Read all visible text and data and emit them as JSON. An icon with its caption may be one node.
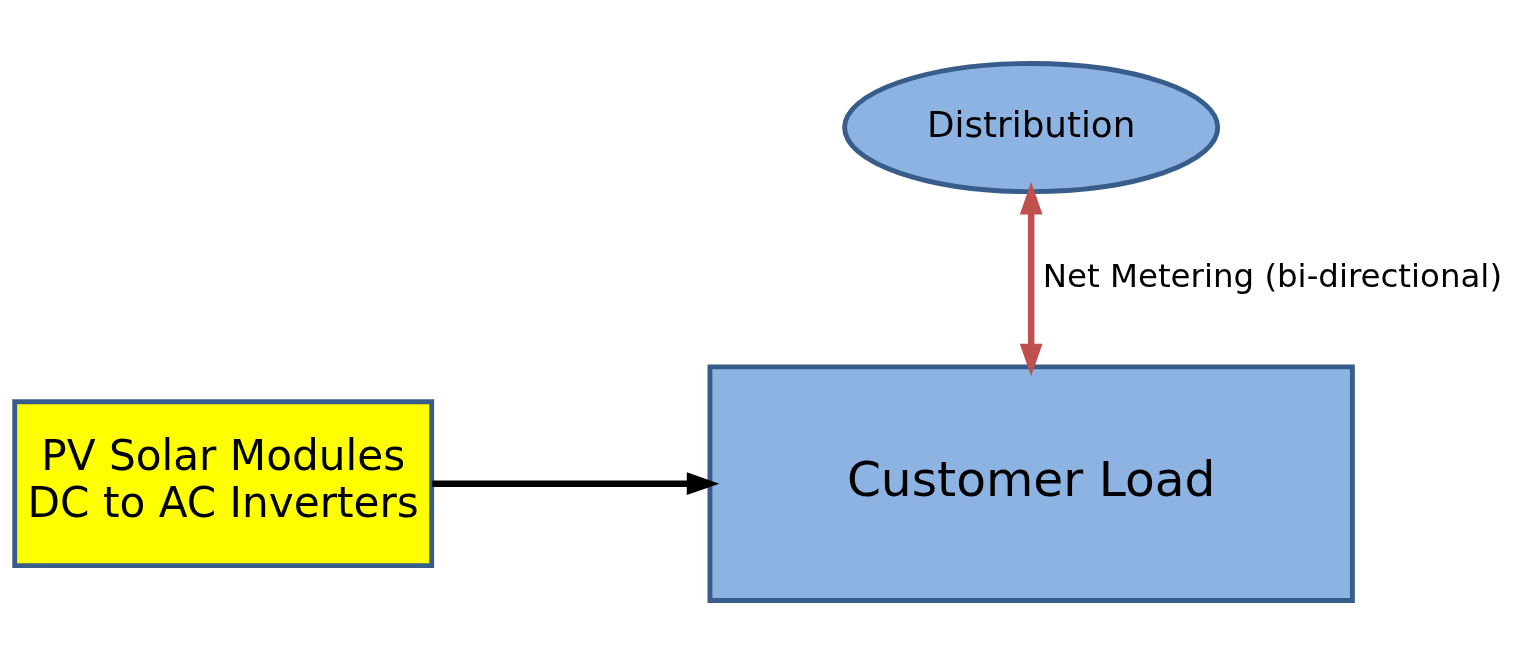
{
  "diagram": {
    "nodes": [
      {
        "text": [
          "Distribution"
        ]
      },
      {
        "text": [
          "PV Solar Modules",
          "DC to AC Inverters"
        ]
      },
      {
        "text": [
          "Customer Load"
        ]
      }
    ],
    "edges": [
      {
        "from": 0,
        "to": 2,
        "arrow": "both",
        "label": "Net Metering (bi-directional)",
        "color": "#c0504d"
      },
      {
        "from": 1,
        "to": 2,
        "arrow": "to",
        "color": "#000000"
      }
    ]
  }
}
